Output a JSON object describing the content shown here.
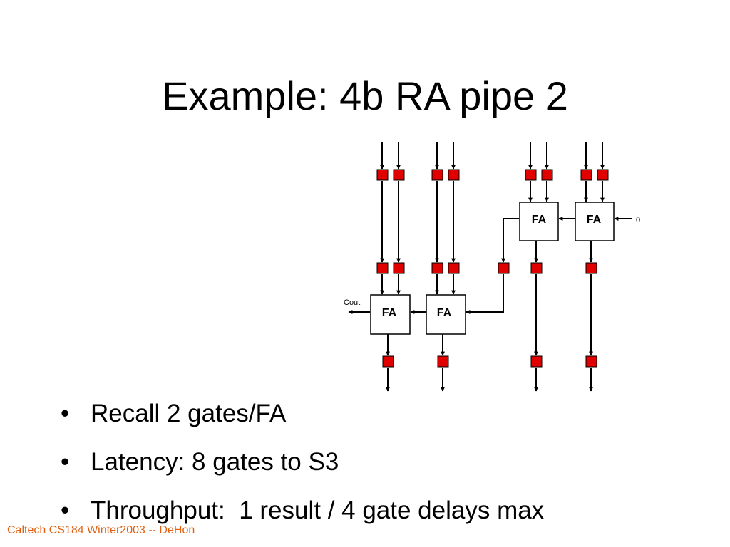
{
  "slide": {
    "title": "Example: 4b RA pipe 2",
    "bullets": [
      "Recall 2 gates/FA",
      "Latency: 8 gates to S3",
      "Throughput:  1 result / 4 gate delays max"
    ],
    "bullet_symbol": "•",
    "footer": "Caltech CS184 Winter2003 -- DeHon"
  },
  "diagram": {
    "adder_label": "FA",
    "cout_label": "Cout",
    "carry_in_label": "0",
    "colors": {
      "register_fill": "#e00000",
      "stroke": "#000000"
    }
  }
}
